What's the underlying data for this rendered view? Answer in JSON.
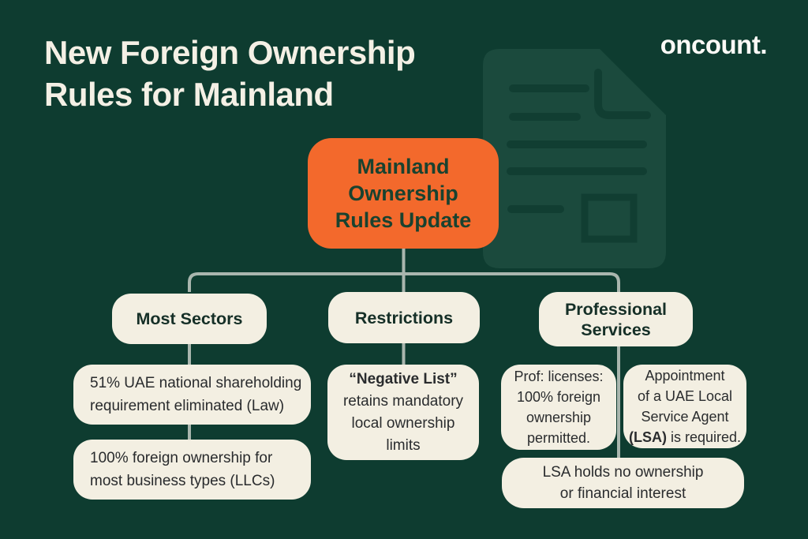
{
  "colors": {
    "background": "#0e3c30",
    "card_cream": "#f3efe2",
    "accent_orange": "#f3692c",
    "connector": "#a9b6ae",
    "title_text": "#f4f0e5",
    "heading_text": "#152f27",
    "body_text": "#292b2d",
    "root_text": "#19422f",
    "watermark_doc": "#1b4a3d",
    "watermark_lines": "#113e32"
  },
  "header": {
    "title_line1": "New Foreign Ownership",
    "title_line2": "Rules for Mainland",
    "logo": "oncount."
  },
  "root": {
    "line1": "Mainland",
    "line2": "Ownership",
    "line3": "Rules Update"
  },
  "branches": {
    "most_sectors": {
      "label": "Most Sectors",
      "card1_line1": "51% UAE national shareholding",
      "card1_line2": "requirement eliminated (Law)",
      "card2_line1": "100% foreign ownership for",
      "card2_line2": "most business types (LLCs)"
    },
    "restrictions": {
      "label": "Restrictions",
      "card1_line1": "“Negative List”",
      "card1_line2": "retains mandatory",
      "card1_line3": "local ownership",
      "card1_line4": "limits"
    },
    "professional_services": {
      "label_line1": "Professional",
      "label_line2": "Services",
      "card1_line1": "Prof: licenses:",
      "card1_line2": "100% foreign",
      "card1_line3": "ownership",
      "card1_line4": "permitted.",
      "card2_line1": "Appointment",
      "card2_line2": "of a UAE Local",
      "card2_line3": "Service Agent",
      "card2_line4_bold": "(LSA)",
      "card2_line4_rest": " is required.",
      "card3_line1": "LSA holds no ownership",
      "card3_line2": "or financial interest"
    }
  }
}
